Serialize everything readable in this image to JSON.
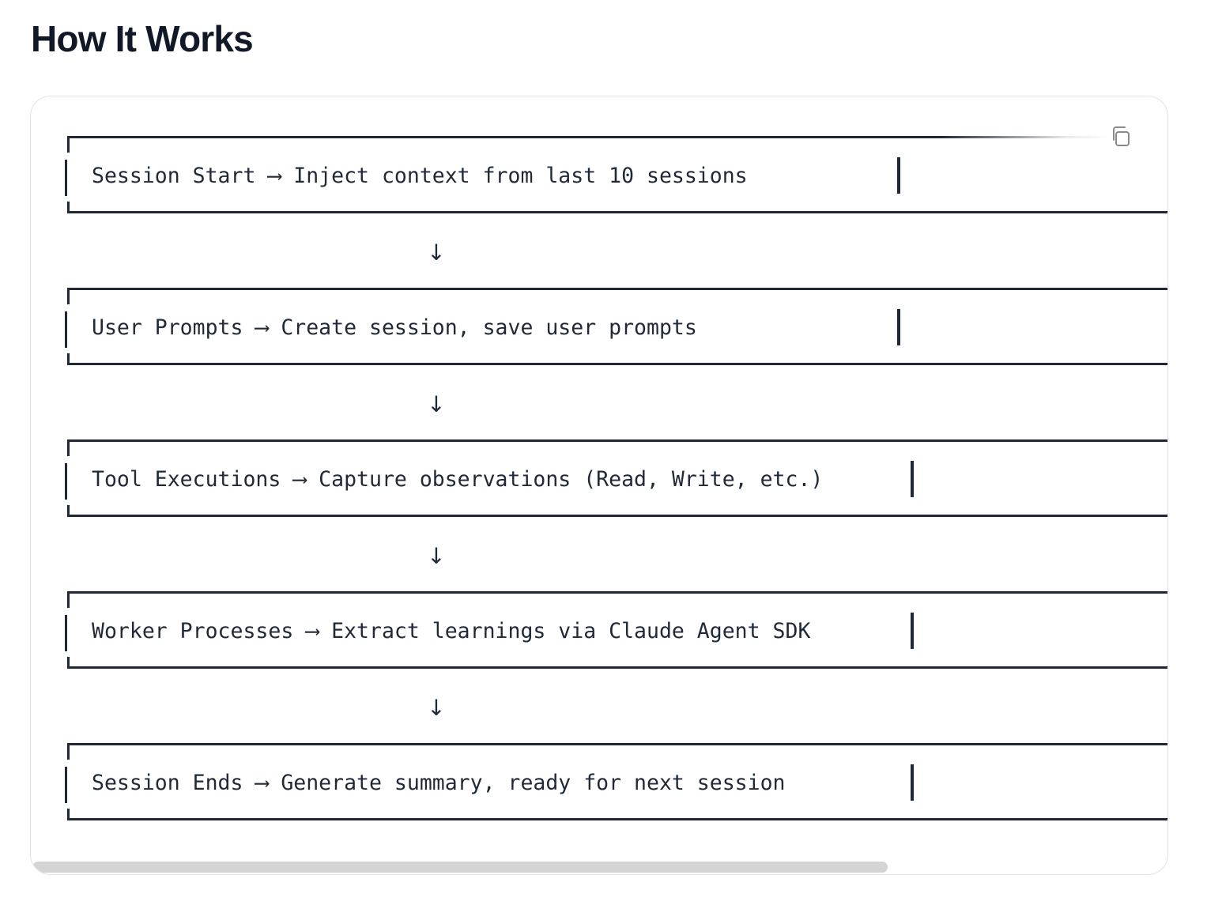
{
  "heading": "How It Works",
  "copy_icon": "copy-icon",
  "steps": [
    {
      "text": "Session Start ⟶ Inject context from last 10 sessions"
    },
    {
      "text": "User Prompts ⟶ Create session, save user prompts"
    },
    {
      "text": "Tool Executions ⟶ Capture observations (Read, Write, etc.)"
    },
    {
      "text": "Worker Processes ⟶ Extract learnings via Claude Agent SDK"
    },
    {
      "text": "Session Ends ⟶ Generate summary, ready for next session"
    }
  ],
  "arrows": [
    "↓",
    "↓",
    "↓",
    "↓"
  ],
  "colors": {
    "heading": "#111827",
    "text": "#1f2937",
    "border": "#e3e3e3",
    "scrollbar": "#d4d4d4"
  }
}
